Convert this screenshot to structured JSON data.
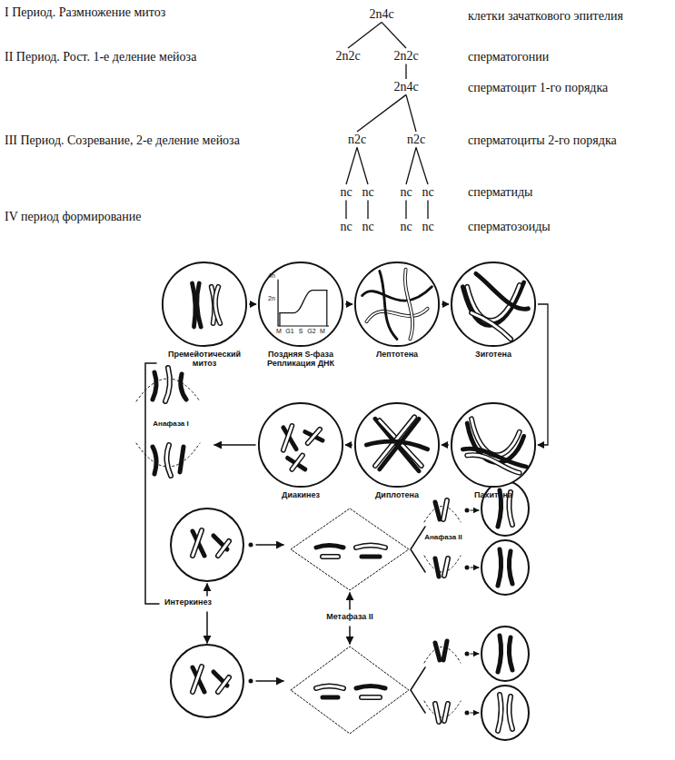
{
  "diagram": {
    "nodes": [
      {
        "text": [
          "2n4c"
        ]
      },
      {
        "text": [
          "2n2c"
        ]
      },
      {
        "text": [
          "2n2c"
        ]
      },
      {
        "text": [
          "2n4c"
        ]
      },
      {
        "text": [
          "n2c"
        ]
      },
      {
        "text": [
          "n2c"
        ]
      },
      {
        "text": [
          "nc"
        ]
      },
      {
        "text": [
          "nc"
        ]
      },
      {
        "text": [
          "nc"
        ]
      },
      {
        "text": [
          "nc"
        ]
      },
      {
        "text": [
          "nc"
        ]
      },
      {
        "text": [
          "nc"
        ]
      },
      {
        "text": [
          "nc"
        ]
      },
      {
        "text": [
          "nc"
        ]
      },
      {
        "text": [
          "Премейотический митоз"
        ]
      },
      {
        "text": [
          "Поздняя S-фаза Репликация ДНК"
        ]
      },
      {
        "text": [
          "Лептотена"
        ]
      },
      {
        "text": [
          "Зиготена"
        ]
      },
      {
        "text": [
          "Пахитена"
        ]
      },
      {
        "text": [
          "Диплотена"
        ]
      },
      {
        "text": [
          "Диакинез"
        ]
      }
    ],
    "edges": [
      {
        "from": 0,
        "to": 1,
        "arrow": "none"
      },
      {
        "from": 0,
        "to": 2,
        "arrow": "none"
      },
      {
        "from": 2,
        "to": 3,
        "arrow": "none"
      },
      {
        "from": 3,
        "to": 4,
        "arrow": "none"
      },
      {
        "from": 3,
        "to": 5,
        "arrow": "none"
      },
      {
        "from": 4,
        "to": 6,
        "arrow": "none"
      },
      {
        "from": 4,
        "to": 7,
        "arrow": "none"
      },
      {
        "from": 5,
        "to": 8,
        "arrow": "none"
      },
      {
        "from": 5,
        "to": 9,
        "arrow": "none"
      },
      {
        "from": 6,
        "to": 10,
        "arrow": "none"
      },
      {
        "from": 7,
        "to": 11,
        "arrow": "none"
      },
      {
        "from": 8,
        "to": 12,
        "arrow": "none"
      },
      {
        "from": 9,
        "to": 13,
        "arrow": "none"
      },
      {
        "from": 14,
        "to": 15,
        "arrow": "to"
      },
      {
        "from": 15,
        "to": 16,
        "arrow": "to"
      },
      {
        "from": 16,
        "to": 17,
        "arrow": "to"
      },
      {
        "from": 17,
        "to": 18,
        "arrow": "to"
      },
      {
        "from": 18,
        "to": 19,
        "arrow": "to"
      },
      {
        "from": 19,
        "to": 20,
        "arrow": "to"
      }
    ],
    "labels": [
      "I Период. Размножение митоз",
      "клетки зачаткового эпителия",
      "II Период. Рост. 1-е деление мейоза",
      "сперматогонии",
      "сперматоцит 1-го порядка",
      "III Период. Созревание, 2-е деление мейоза",
      "сперматоциты 2-го порядка",
      "сперматиды",
      "IV период формирование",
      "сперматозоиды",
      "4n",
      "2n",
      "M",
      "G1",
      "S",
      "G2",
      "M",
      "Анафаза I",
      "Интеркинез",
      "Метафаза II",
      "Анафаза II"
    ]
  }
}
